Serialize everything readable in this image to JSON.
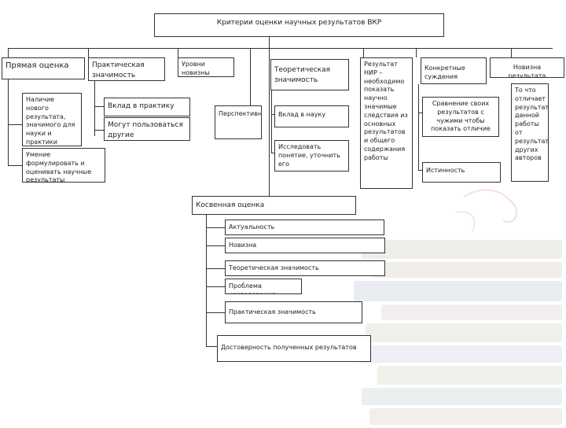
{
  "title": "Критерии оценки научных результатов ВКР",
  "nodes": {
    "direct": "Прямая оценка",
    "direct_1": "Наличие нового результата, значимого для науки и практики",
    "direct_2": "Умение формулировать и оценивать научные результаты",
    "practical": "Практическая значимость",
    "practical_1": "Вклад в практику",
    "practical_2": "Могут пользоваться другие",
    "novelty_levels": "Уровни новизны",
    "prospects": "Перспективность",
    "theoretical": "Теоретическая значимость",
    "theoretical_1": "Вклад в науку",
    "theoretical_2": "Исследовать понятие, уточнить его",
    "result": "Результат НИР – необходимо показать научно значимые следствия из основных результатов и общего содержания работы",
    "concrete": "Конкретные суждения",
    "compare": "Сравнение своих результатов с чужими чтобы показать отличие",
    "truth": "Истинность",
    "novelty": "Новизна результата",
    "novelty_desc": "То что отличает результат данной работы от результатов других авторов",
    "indirect": "Косвенная оценка",
    "indirect_items": [
      "Актуальность",
      "Новизна",
      "Теоретическая значимость",
      "Проблема исследования",
      "Практическая значимость",
      "Достоверность полученных результатов"
    ]
  }
}
